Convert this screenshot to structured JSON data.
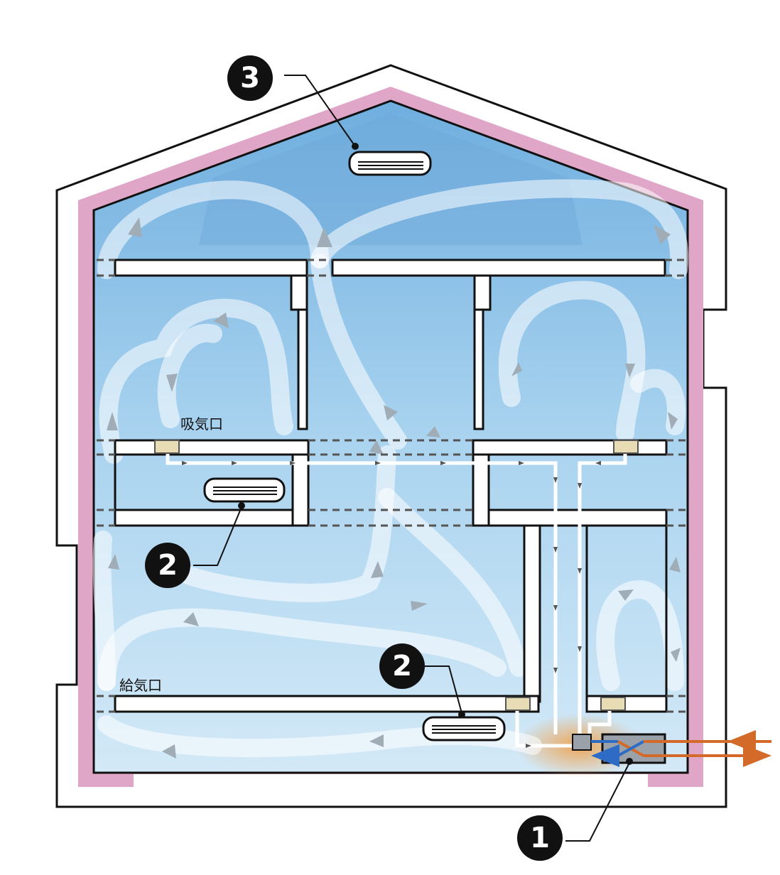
{
  "labels": {
    "intake": "吸気口",
    "supply": "給気口"
  },
  "callouts": [
    {
      "id": "1",
      "text": "❶"
    },
    {
      "id": "2a",
      "text": "❷"
    },
    {
      "id": "2b",
      "text": "❷"
    },
    {
      "id": "3",
      "text": "❸"
    }
  ],
  "colors": {
    "insulation": "#e0a6c8",
    "room_light": "#cfe6f5",
    "room_mid": "#a7d2ee",
    "room_dark": "#78b3e0",
    "airflow": "#ffffff",
    "arrow": "#a0acb6",
    "duct": "#ffffff",
    "warm_arrow": "#d46a2a",
    "cool_arrow": "#2d6bc4",
    "heat_glow": "#f4b36a"
  }
}
